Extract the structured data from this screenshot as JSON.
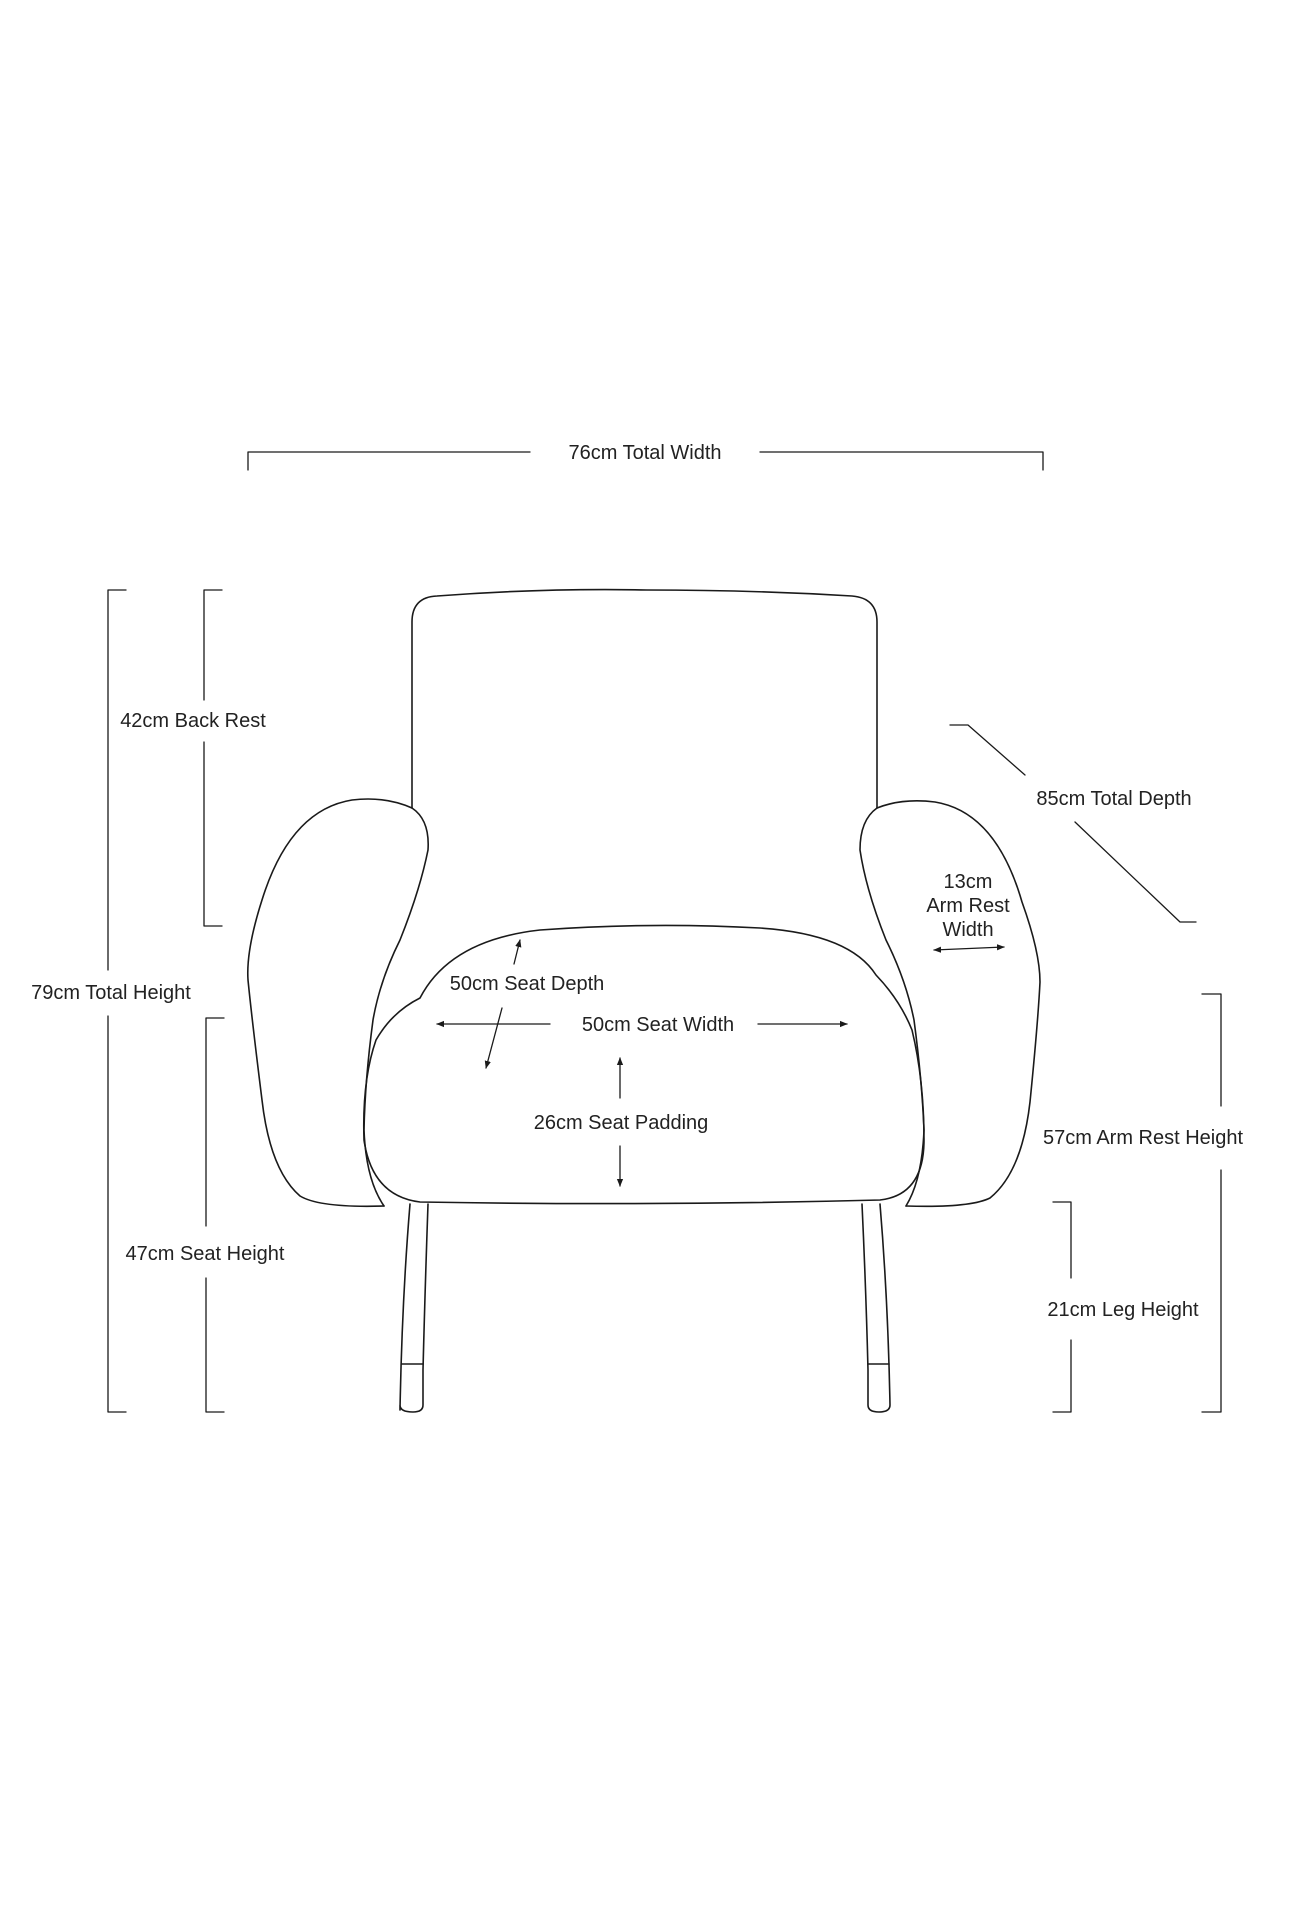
{
  "dimensions": {
    "total_width": "76cm Total Width",
    "back_rest": "42cm Back Rest",
    "total_height": "79cm Total Height",
    "seat_height": "47cm Seat Height",
    "total_depth": "85cm Total Depth",
    "arm_rest_width": [
      "13cm",
      "Arm Rest",
      "Width"
    ],
    "seat_depth": "50cm Seat Depth",
    "seat_width": "50cm Seat Width",
    "seat_padding": "26cm Seat Padding",
    "arm_rest_height": "57cm Arm Rest Height",
    "leg_height": "21cm Leg Height"
  }
}
